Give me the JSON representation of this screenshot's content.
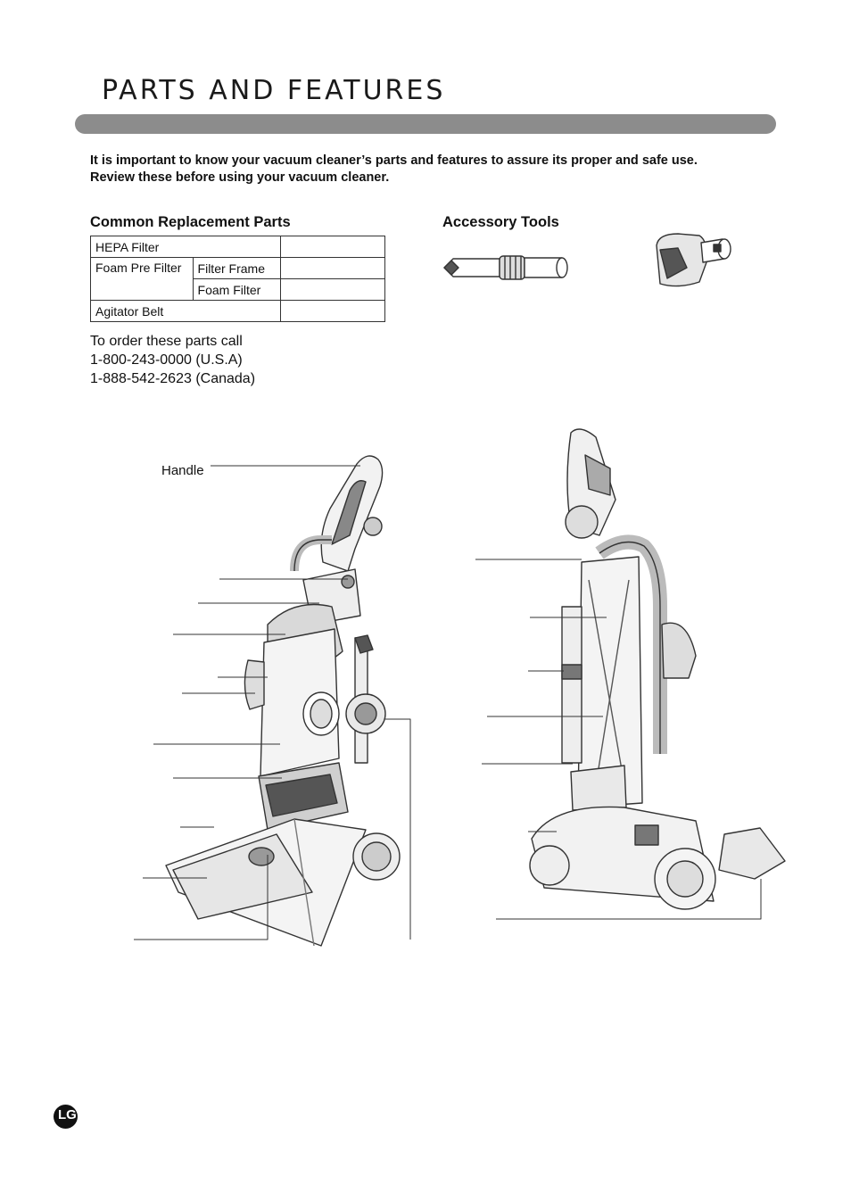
{
  "page": {
    "title": "PARTS AND FEATURES",
    "intro": {
      "line1": "It is important to know your vacuum cleaner’s parts and features to assure its proper and safe use.",
      "line2": "Review these before using your vacuum cleaner."
    }
  },
  "parts": {
    "heading": "Common Replacement Parts",
    "rows": {
      "hepa": "HEPA Filter",
      "foam_pre": "Foam Pre Filter",
      "filter_frame": "Filter Frame",
      "foam_filter": "Foam Filter",
      "belt": "Agitator Belt"
    }
  },
  "order": {
    "line1": "To order these parts call",
    "line2": "1-800-243-0000 (U.S.A)",
    "line3": "1-888-542-2623 (Canada)"
  },
  "tools": {
    "heading": "Accessory Tools",
    "items": [
      "crevice-tool-icon",
      "upholstery-tool-icon"
    ]
  },
  "diagram": {
    "label_handle": "Handle"
  },
  "colors": {
    "title_bar": "#8c8c8c",
    "line_art": "#333333"
  }
}
